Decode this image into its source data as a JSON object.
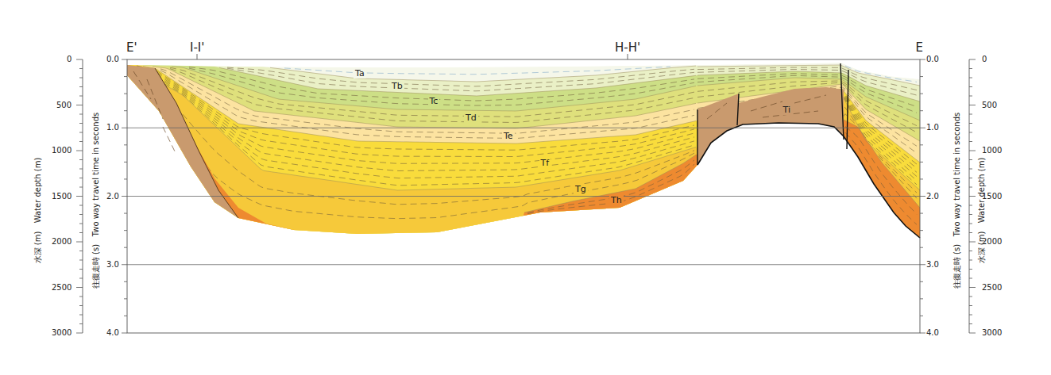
{
  "diagram": {
    "labels": [
      "E'",
      "I-I'",
      "H-H'",
      "E",
      "Ta",
      "Tb",
      "Tc",
      "Td",
      "Te",
      "Tf",
      "Tg",
      "Th",
      "Ti",
      "0",
      "500",
      "1000",
      "1500",
      "2000",
      "2500",
      "3000",
      "0.0",
      "1.0",
      "2.0",
      "3.0",
      "4.0",
      "水深 (m)",
      "Water depth (m)",
      "往復走時 (s)",
      "Two way travel time in seconds",
      "0.0",
      "1.0",
      "2.0",
      "3.0",
      "4.0",
      "往復走時 (s)",
      "Two way travel time in seconds",
      "水深 (m)",
      "Water depth (m)",
      "0",
      "500",
      "1000",
      "1500",
      "2000",
      "2500",
      "3000"
    ]
  }
}
